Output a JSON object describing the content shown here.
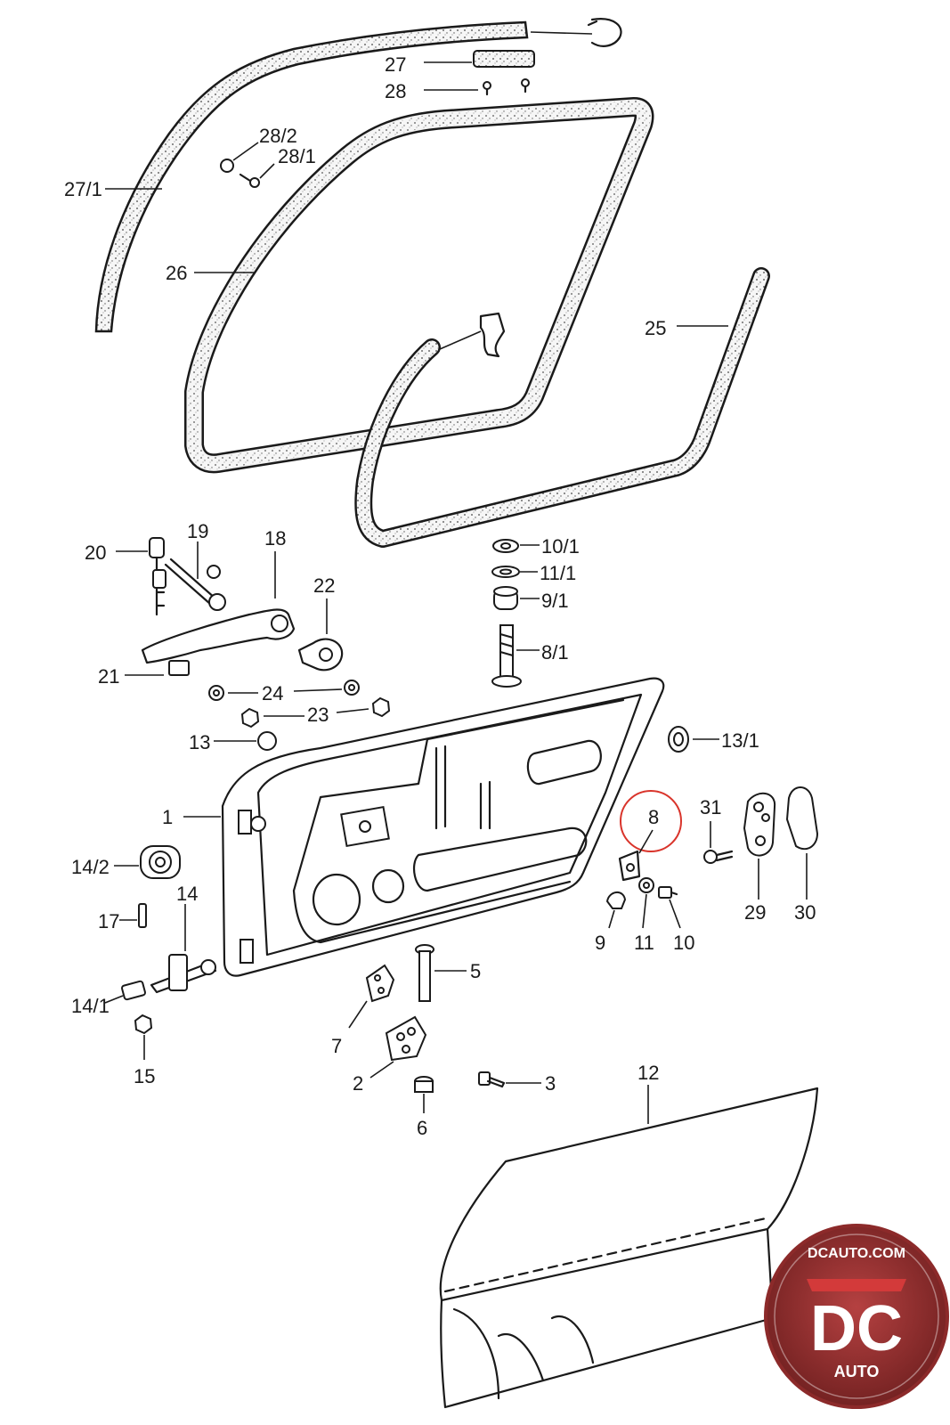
{
  "callouts": {
    "c27_1": "27/1",
    "c27": "27",
    "c28": "28",
    "c28_2": "28/2",
    "c28_1": "28/1",
    "c26": "26",
    "c25": "25",
    "c20": "20",
    "c19": "19",
    "c18": "18",
    "c22": "22",
    "c21": "21",
    "c24": "24",
    "c23": "23",
    "c13": "13",
    "c13_1": "13/1",
    "c10_1": "10/1",
    "c11_1": "11/1",
    "c9_1": "9/1",
    "c8_1": "8/1",
    "c1": "1",
    "c14_2": "14/2",
    "c14": "14",
    "c17": "17",
    "c14_1": "14/1",
    "c15": "15",
    "c8": "8",
    "c31": "31",
    "c29": "29",
    "c30": "30",
    "c9": "9",
    "c11": "11",
    "c10": "10",
    "c5": "5",
    "c7": "7",
    "c2": "2",
    "c3": "3",
    "c6": "6",
    "c12": "12"
  },
  "highlight": {
    "part": "8",
    "color": "#d9342b"
  },
  "logo": {
    "url_text": "DCAUTO.COM",
    "mark": "DC",
    "sub": "AUTO",
    "colors": {
      "ring": "#8c2a2a",
      "accent": "#d33a3a",
      "text": "#ffffff"
    }
  }
}
